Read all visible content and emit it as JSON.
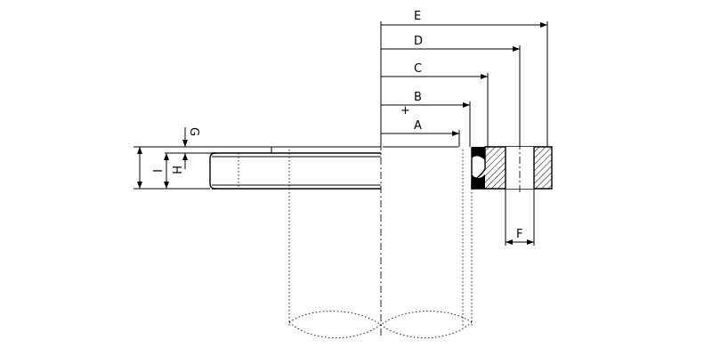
{
  "drawing": {
    "dimension_labels": {
      "A": "A",
      "B": "B",
      "C": "C",
      "D": "D",
      "E": "E",
      "F": "F",
      "G": "G",
      "H": "H",
      "I": "I"
    },
    "center_mark": "+"
  },
  "colors": {
    "line": "#000000",
    "hatch": "#000000",
    "background": "#ffffff"
  }
}
